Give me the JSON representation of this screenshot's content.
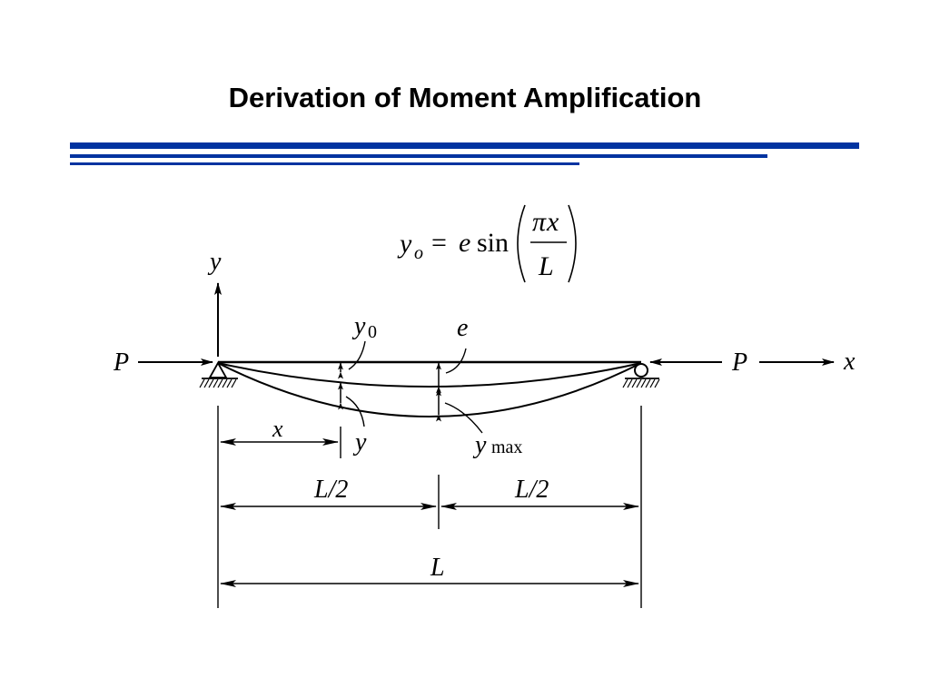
{
  "slide": {
    "title": "Derivation of Moment Amplification",
    "accent_color": "#0033A0"
  },
  "equation": {
    "lhs_var": "y",
    "lhs_sub": "o",
    "equals": "=",
    "coef": "e",
    "func": "sin",
    "numerator_pi": "π",
    "numerator_x": "x",
    "denominator": "L"
  },
  "diagram": {
    "axis_y_label": "y",
    "axis_x_label": "x",
    "load_left_label": "P",
    "load_right_label": "P",
    "label_y0_var": "y",
    "label_y0_sub": "0",
    "label_e": "e",
    "label_y": "y",
    "label_ymax_var": "y",
    "label_ymax_sub": "max",
    "dim_x_label": "x",
    "dim_half_left_label": "L/2",
    "dim_half_right_label": "L/2",
    "dim_total_label": "L"
  }
}
